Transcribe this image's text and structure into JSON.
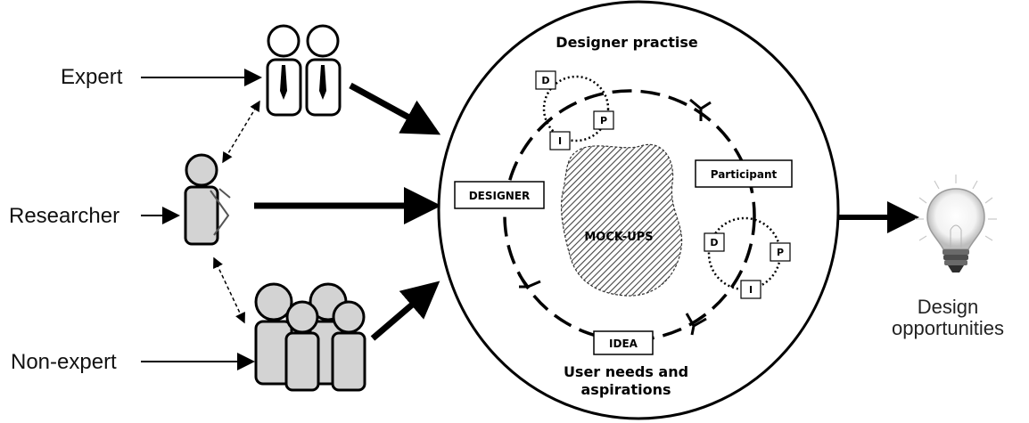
{
  "actors": {
    "expert": "Expert",
    "researcher": "Researcher",
    "non_expert": "Non-expert"
  },
  "process": {
    "top_label": "Designer practise",
    "bottom_label_line1": "User needs and",
    "bottom_label_line2": "aspirations",
    "designer_box": "DESIGNER",
    "participant_box": "Participant",
    "idea_box": "IDEA",
    "center_label": "MOCK-UPS",
    "mini_cycle_1": [
      "D",
      "P",
      "I"
    ],
    "mini_cycle_2": [
      "D",
      "P",
      "I"
    ]
  },
  "output": {
    "line1": "Design",
    "line2": "opportunities"
  },
  "icons": {
    "experts": "experts-icon",
    "researcher": "researcher-icon",
    "non_experts": "group-icon",
    "output": "lightbulb-icon"
  },
  "colors": {
    "figure_fill": "#d3d3d3",
    "stroke": "#000000"
  }
}
